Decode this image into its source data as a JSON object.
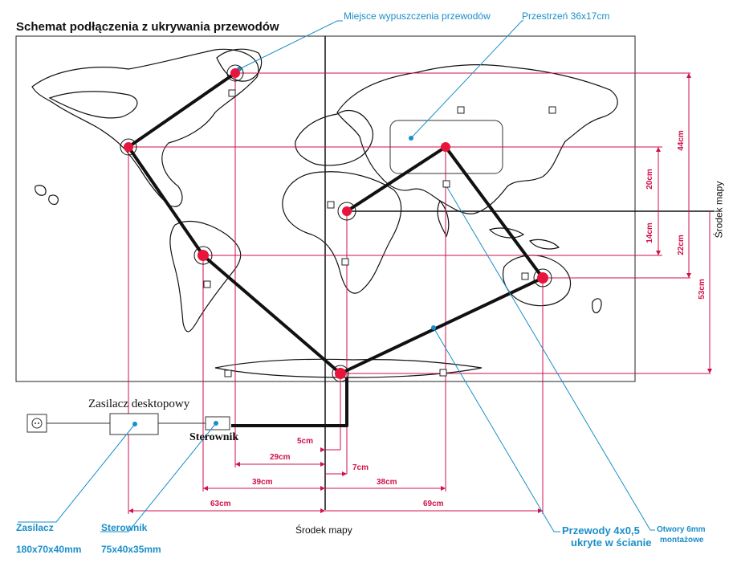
{
  "title": "Schemat podłączenia z ukrywania przewodów",
  "callouts": {
    "cable_outlet": "Miejsce wypuszczenia przewodów",
    "space": "Przestrzeń 36x17cm",
    "wires": "Przewody 4x0,5",
    "wires_line2": "ukryte w ścianie",
    "holes": "Otwory 6mm",
    "holes_line2": "montażowe",
    "psu": "Zasilacz",
    "psu_dims": "180x70x40mm",
    "controller": "Sterownik",
    "controller_dims": "75x40x35mm"
  },
  "labels": {
    "psu_box": "Zasilacz desktopowy",
    "controller_box": "Sterownik",
    "map_center_bottom": "Środek mapy",
    "map_center_side": "Środek mapy"
  },
  "dimensions": {
    "h_5cm": "5cm",
    "h_29cm": "29cm",
    "h_7cm": "7cm",
    "h_39cm": "39cm",
    "h_38cm": "38cm",
    "h_63cm": "63cm",
    "h_69cm": "69cm",
    "v_20cm": "20cm",
    "v_14cm": "14cm",
    "v_44cm": "44cm",
    "v_22cm": "22cm",
    "v_53cm": "53cm"
  },
  "colors": {
    "dimension": "#d0124a",
    "callout": "#1a8ec8",
    "wire": "#111111",
    "node": "#e8143c"
  }
}
